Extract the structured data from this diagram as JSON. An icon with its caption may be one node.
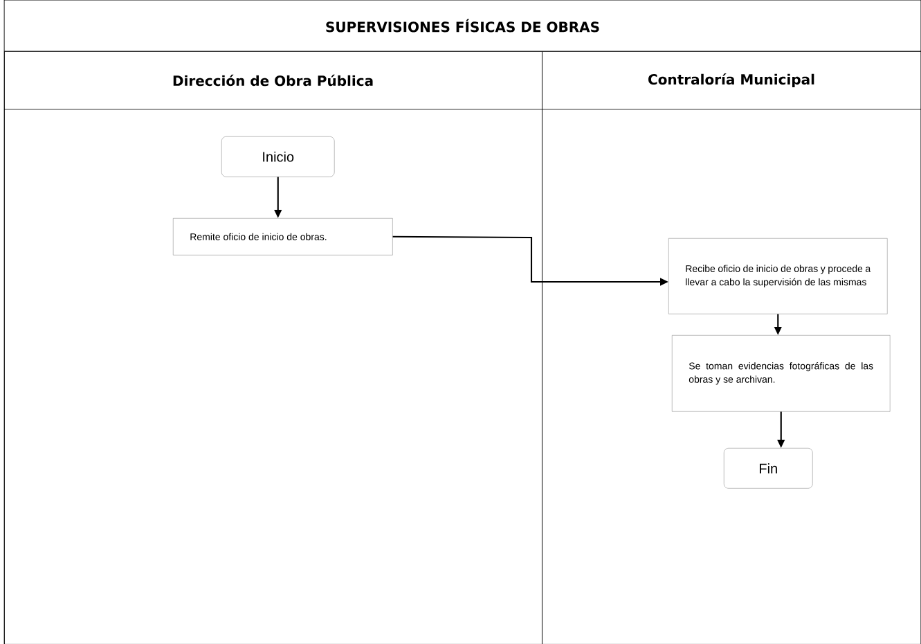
{
  "diagram": {
    "title": "SUPERVISIONES FÍSICAS DE OBRAS",
    "nodes": [
      {
        "text": [
          "Dirección de Obra Pública"
        ]
      },
      {
        "text": [
          "Contraloría Municipal"
        ]
      },
      {
        "text": [
          "Inicio"
        ],
        "in": 0
      },
      {
        "text": [
          "Remite oficio de inicio de obras."
        ],
        "in": 0
      },
      {
        "text": [
          "Recibe oficio de inicio de obras y procede a llevar a cabo la supervisión de las mismas"
        ],
        "in": 1
      },
      {
        "text": [
          "Se toman evidencias fotográficas de las obras y se archivan."
        ],
        "in": 1
      },
      {
        "text": [
          "Fin"
        ],
        "in": 1
      }
    ],
    "edges": [
      {
        "from": 2,
        "to": 3,
        "arrow": "to"
      },
      {
        "from": 3,
        "to": 4,
        "arrow": "to"
      },
      {
        "from": 4,
        "to": 5,
        "arrow": "to"
      },
      {
        "from": 5,
        "to": 6,
        "arrow": "to"
      }
    ]
  }
}
